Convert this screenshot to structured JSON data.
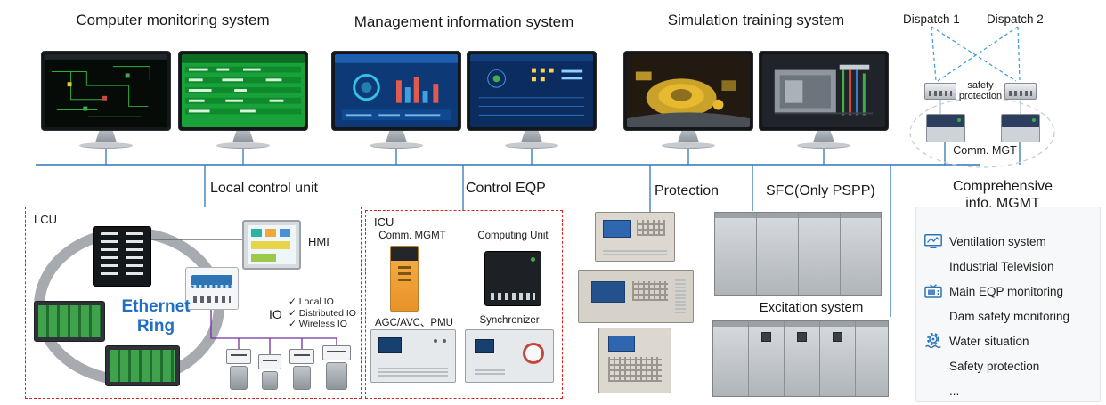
{
  "top_systems": [
    {
      "label": "Computer monitoring system"
    },
    {
      "label": "Management information system"
    },
    {
      "label": "Simulation training system"
    }
  ],
  "dispatch": {
    "dispatch1_label": "Dispatch 1",
    "dispatch2_label": "Dispatch 2",
    "safety_protection_label": "safety protection",
    "comm_mgt_label": "Comm. MGT"
  },
  "section_labels": {
    "local_control_unit": "Local control unit",
    "control_eqp": "Control EQP",
    "protection": "Protection",
    "sfc": "SFC(Only PSPP)",
    "excitation_system": "Excitation system",
    "comprehensive_line1": "Comprehensive",
    "comprehensive_line2": "info. MGMT"
  },
  "lcu": {
    "title": "LCU",
    "ethernet_line1": "Ethernet",
    "ethernet_line2": "Ring",
    "hmi_label": "HMI",
    "io_label": "IO",
    "io_options": [
      "✓ Local IO",
      "✓ Distributed IO",
      "✓ Wireless IO"
    ]
  },
  "icu": {
    "title": "ICU",
    "devices": [
      {
        "label": "Comm. MGMT"
      },
      {
        "label": "Computing Unit"
      },
      {
        "label": "AGC/AVC、PMU"
      },
      {
        "label": "Synchronizer"
      }
    ]
  },
  "info_mgmt": {
    "items": [
      {
        "label": "Ventilation system",
        "icon": "ventilation-monitor-icon"
      },
      {
        "label": "Industrial Television",
        "icon": ""
      },
      {
        "label": "Main EQP monitoring",
        "icon": "tv-icon"
      },
      {
        "label": "Dam safety monitoring",
        "icon": ""
      },
      {
        "label": "Water situation",
        "icon": "water-gear-icon"
      },
      {
        "label": "Safety protection",
        "icon": ""
      },
      {
        "label": "...",
        "icon": ""
      }
    ]
  },
  "colors": {
    "bus_blue": "#2e75b6",
    "dashed_red": "#e02020",
    "ethernet_blue": "#1f6fc4",
    "icon_blue": "#2e75b6",
    "wire_purple": "#7030a0"
  }
}
